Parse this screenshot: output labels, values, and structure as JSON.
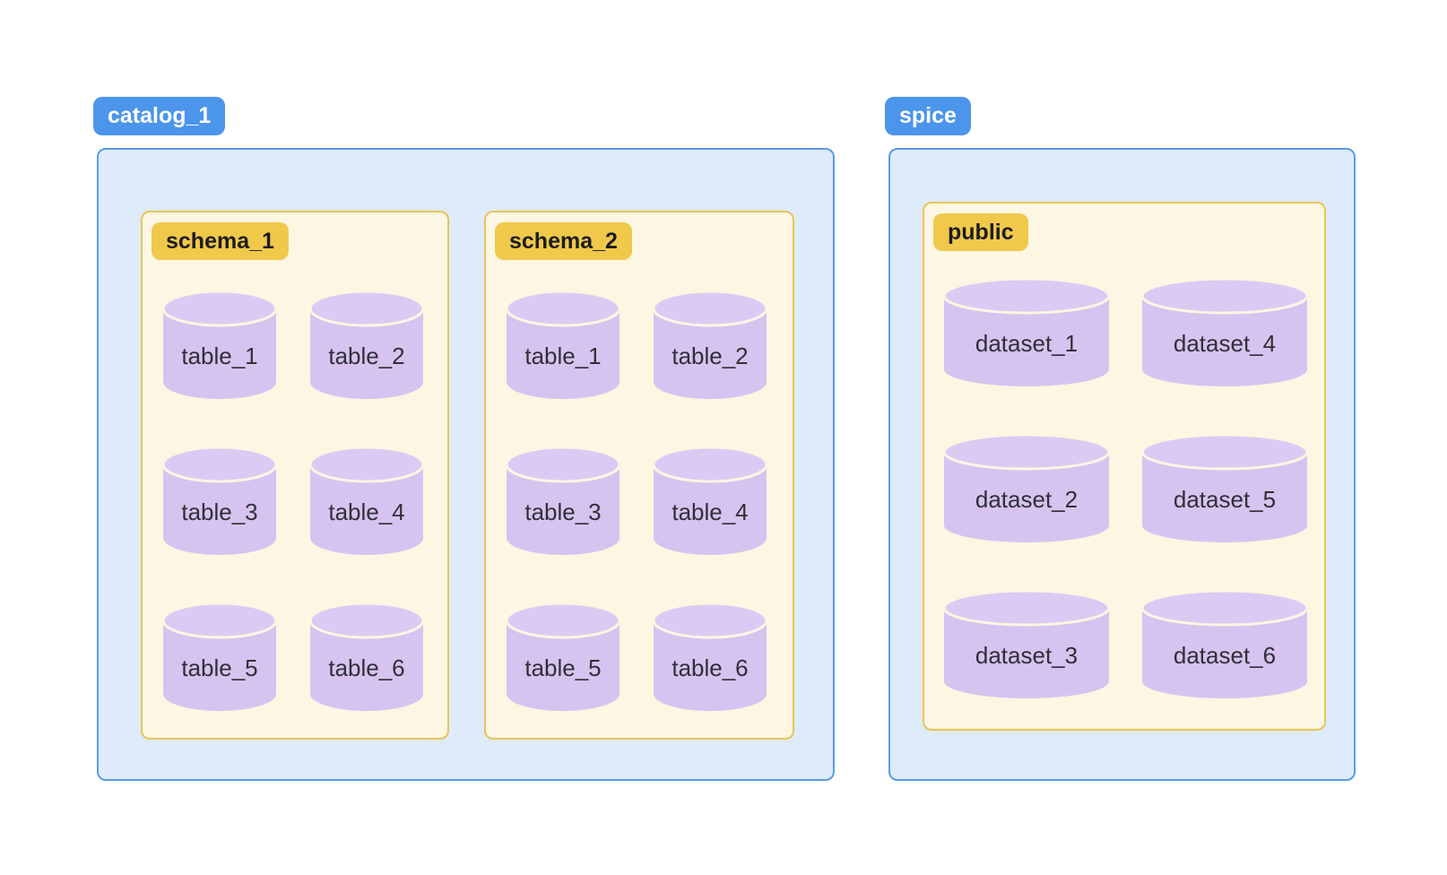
{
  "diagram": {
    "groups": [
      {
        "name": "catalog_1",
        "badge_label": "catalog_1",
        "containers": [
          {
            "badge_label": "schema_1",
            "node_type": "table",
            "flow": "row",
            "nodes": [
              "table_1",
              "table_2",
              "table_3",
              "table_4",
              "table_5",
              "table_6"
            ]
          },
          {
            "badge_label": "schema_2",
            "node_type": "table",
            "flow": "row",
            "nodes": [
              "table_1",
              "table_2",
              "table_3",
              "table_4",
              "table_5",
              "table_6"
            ]
          }
        ]
      },
      {
        "name": "spice",
        "badge_label": "spice",
        "containers": [
          {
            "badge_label": "public",
            "node_type": "dataset",
            "flow": "column",
            "nodes": [
              "dataset_1",
              "dataset_2",
              "dataset_3",
              "dataset_4",
              "dataset_5",
              "dataset_6"
            ]
          }
        ]
      }
    ],
    "colors": {
      "blue_badge": "#4B95EB",
      "blue_badge_text": "#FFFFFF",
      "blue_box_bg": "#DEEBFA",
      "blue_box_border": "#5A9CE6",
      "gold_badge": "#F0C94B",
      "gold_badge_text": "#1C1C1C",
      "cream_box_bg": "#FCF6E2",
      "cream_box_border": "#E9C45A",
      "cylinder_body": "#D7C3F0",
      "cylinder_top": "#DCCAF4",
      "cylinder_seam": "#FCF6E2",
      "node_label_text": "#303036"
    }
  }
}
